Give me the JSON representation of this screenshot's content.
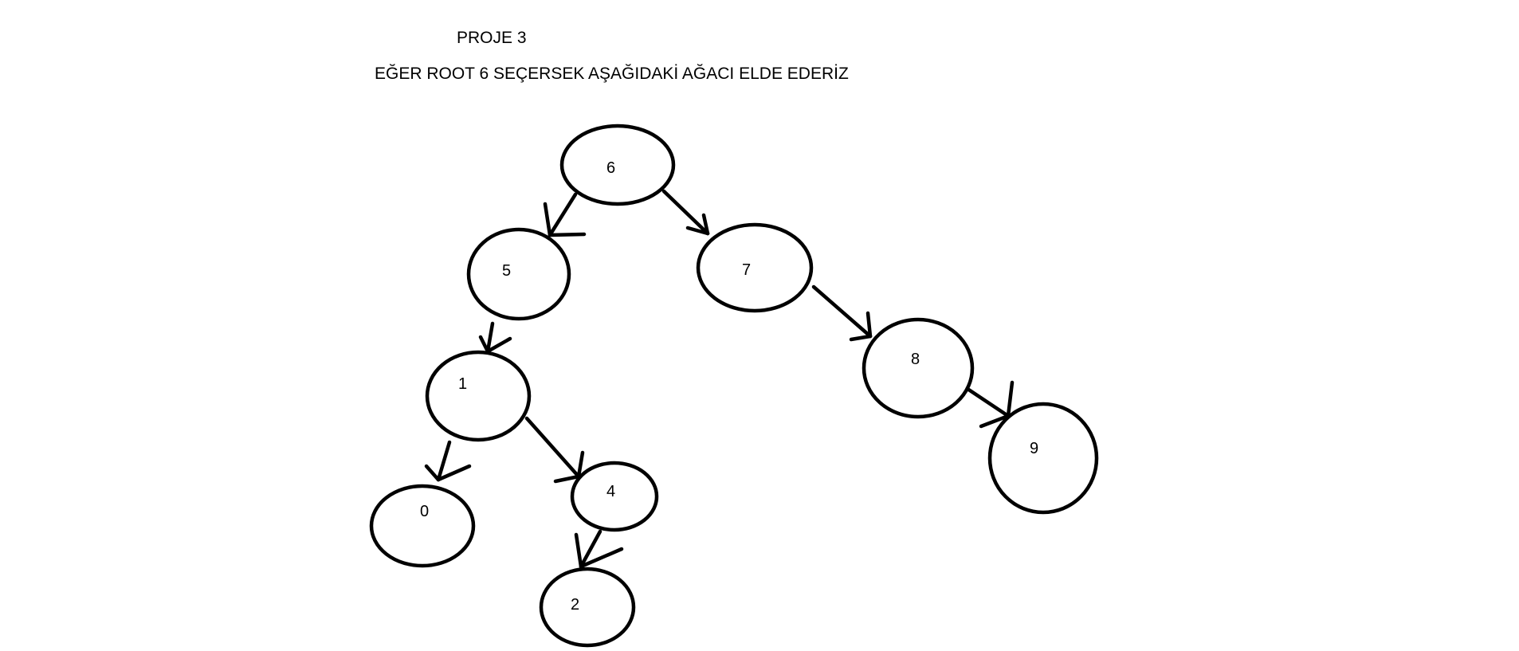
{
  "title": "PROJE 3",
  "subtitle": "EĞER ROOT 6 SEÇERSEK AŞAĞIDAKİ AĞACI ELDE EDERİZ",
  "colors": {
    "stroke": "#000000",
    "background": "#ffffff"
  },
  "tree": {
    "root": "6",
    "nodes": [
      {
        "id": "n6",
        "label": "6"
      },
      {
        "id": "n5",
        "label": "5"
      },
      {
        "id": "n7",
        "label": "7"
      },
      {
        "id": "n1",
        "label": "1"
      },
      {
        "id": "n8",
        "label": "8"
      },
      {
        "id": "n0",
        "label": "0"
      },
      {
        "id": "n4",
        "label": "4"
      },
      {
        "id": "n9",
        "label": "9"
      },
      {
        "id": "n2",
        "label": "2"
      }
    ],
    "edges": [
      {
        "from": "6",
        "to": "5"
      },
      {
        "from": "6",
        "to": "7"
      },
      {
        "from": "5",
        "to": "1"
      },
      {
        "from": "7",
        "to": "8"
      },
      {
        "from": "8",
        "to": "9"
      },
      {
        "from": "1",
        "to": "0"
      },
      {
        "from": "1",
        "to": "4"
      },
      {
        "from": "4",
        "to": "2"
      }
    ]
  }
}
